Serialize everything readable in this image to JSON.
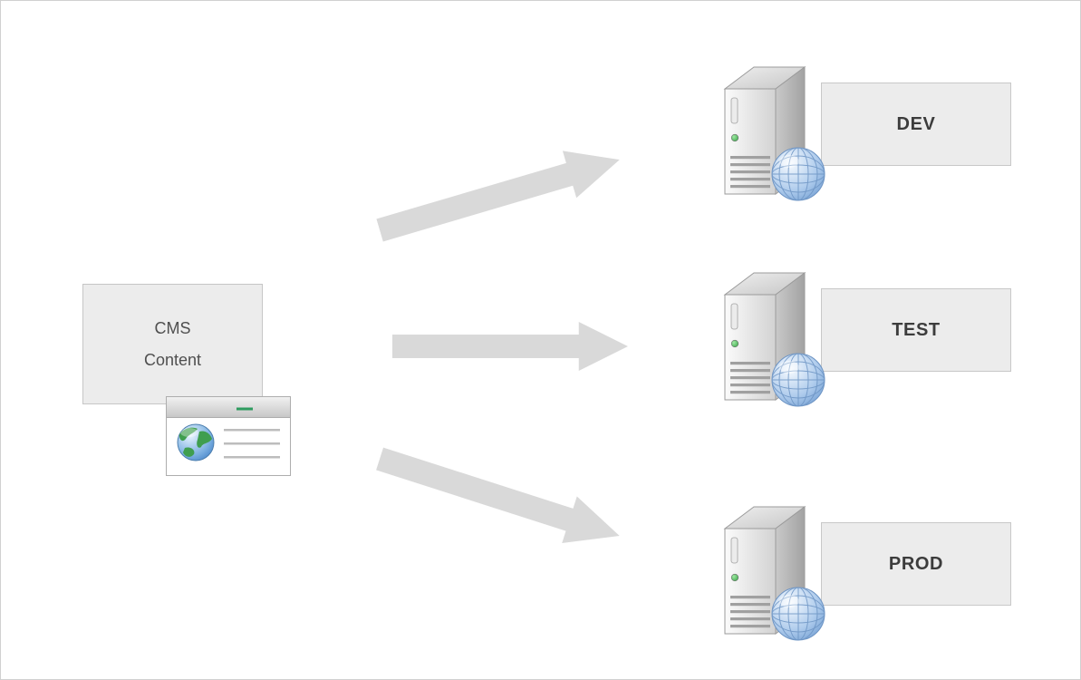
{
  "diagram": {
    "source": {
      "label_line1": "CMS",
      "label_line2": "Content",
      "icon": "browser-window-globe-icon"
    },
    "targets": [
      {
        "label": "DEV",
        "icon": "server-globe-icon"
      },
      {
        "label": "TEST",
        "icon": "server-globe-icon"
      },
      {
        "label": "PROD",
        "icon": "server-globe-icon"
      }
    ],
    "connectors": [
      {
        "from": "CMS Content",
        "to": "DEV",
        "shape": "block-arrow"
      },
      {
        "from": "CMS Content",
        "to": "TEST",
        "shape": "block-arrow"
      },
      {
        "from": "CMS Content",
        "to": "PROD",
        "shape": "block-arrow"
      }
    ],
    "colors": {
      "background": "#ffffff",
      "page_border": "#d0d0d0",
      "node_fill": "#ececec",
      "node_border": "#c8c8c8",
      "arrow_fill": "#d9d9d9",
      "source_text": "#4f4f4f",
      "target_text": "#3c3c3c",
      "led_green": "#3faf53",
      "globe_blue": "#5d8fc9",
      "browser_accent_green": "#2e9b5f"
    }
  }
}
